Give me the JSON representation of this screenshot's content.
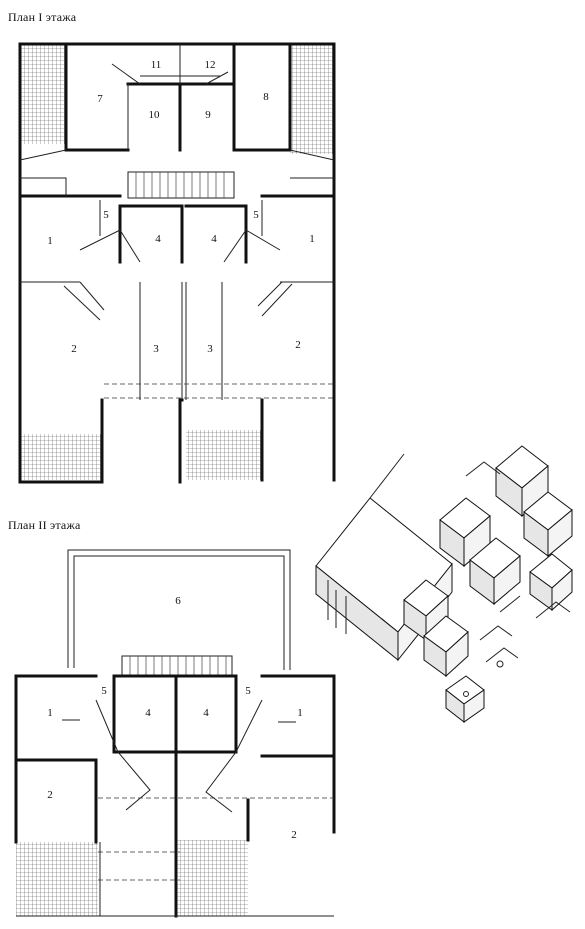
{
  "titles": {
    "plan1": "План I этажа",
    "plan2": "План II этажа"
  },
  "floor1": {
    "rooms": [
      {
        "id": "r7",
        "label": "7"
      },
      {
        "id": "r11",
        "label": "11"
      },
      {
        "id": "r12",
        "label": "12"
      },
      {
        "id": "r10",
        "label": "10"
      },
      {
        "id": "r9",
        "label": "9"
      },
      {
        "id": "r8",
        "label": "8"
      },
      {
        "id": "r5a",
        "label": "5"
      },
      {
        "id": "r5b",
        "label": "5"
      },
      {
        "id": "r1a",
        "label": "1"
      },
      {
        "id": "r4a",
        "label": "4"
      },
      {
        "id": "r4b",
        "label": "4"
      },
      {
        "id": "r1b",
        "label": "1"
      },
      {
        "id": "r2a",
        "label": "2"
      },
      {
        "id": "r3a",
        "label": "3"
      },
      {
        "id": "r3b",
        "label": "3"
      },
      {
        "id": "r2b",
        "label": "2"
      }
    ]
  },
  "floor2": {
    "rooms": [
      {
        "id": "r6",
        "label": "6"
      },
      {
        "id": "r1a",
        "label": "1"
      },
      {
        "id": "r5a",
        "label": "5"
      },
      {
        "id": "r4a",
        "label": "4"
      },
      {
        "id": "r4b",
        "label": "4"
      },
      {
        "id": "r5b",
        "label": "5"
      },
      {
        "id": "r1b",
        "label": "1"
      },
      {
        "id": "r2a",
        "label": "2"
      },
      {
        "id": "r2b",
        "label": "2"
      }
    ]
  },
  "colors": {
    "ink": "#111111",
    "paper": "#ffffff",
    "hatch": "#555555"
  }
}
